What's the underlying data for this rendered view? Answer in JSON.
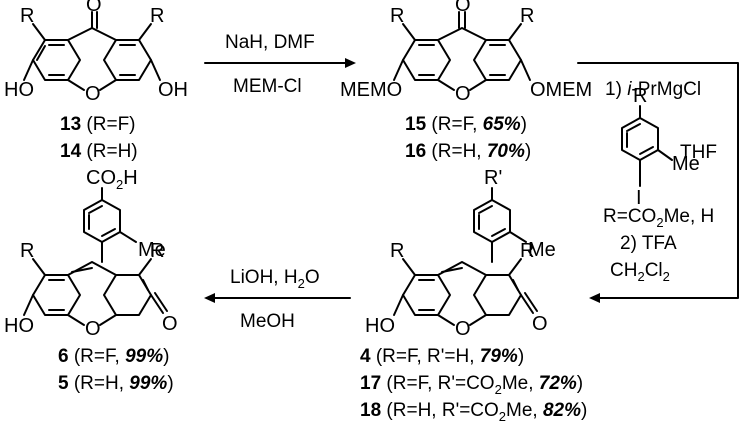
{
  "reaction1": {
    "reagent_top": "NaH, DMF",
    "reagent_bottom": "MEM-Cl"
  },
  "reaction2": {
    "step1_prefix": "1) ",
    "step1_ital": "i",
    "step1_rest": "-PrMgCl",
    "solvent": "THF",
    "aryl_R": "R",
    "aryl_Me": "Me",
    "aryl_I": "I",
    "aryl_def_a": "R=CO",
    "aryl_def_sub": "2",
    "aryl_def_b": "Me, H",
    "step2": "2) TFA",
    "step2_solvent_a": "CH",
    "step2_solvent_sub1": "2",
    "step2_solvent_b": "Cl",
    "step2_solvent_sub2": "2"
  },
  "reaction3": {
    "reagent_top_a": "LiOH, H",
    "reagent_top_sub": "2",
    "reagent_top_b": "O",
    "reagent_bottom": "MeOH"
  },
  "structures": {
    "xanthone_start": {
      "R": "R",
      "O": "O",
      "HO": "HO",
      "OH": "OH"
    },
    "xanthone_mem": {
      "R": "R",
      "O": "O",
      "left": "MEMO",
      "right": "OMEM"
    },
    "fluorescein_acid": {
      "CO2H_a": "CO",
      "CO2H_sub": "2",
      "CO2H_b": "H",
      "Me": "Me",
      "R": "R",
      "HO": "HO",
      "O": "O"
    },
    "fluorescein_ester": {
      "Rp": "R'",
      "Me": "Me",
      "R": "R",
      "HO": "HO",
      "O": "O"
    }
  },
  "compounds": [
    {
      "num": "13",
      "desc": "(R=F)",
      "yield": ""
    },
    {
      "num": "14",
      "desc": "(R=H)",
      "yield": ""
    },
    {
      "num": "15",
      "desc": "(R=F, ",
      "yield": "65%",
      "close": ")"
    },
    {
      "num": "16",
      "desc": "(R=H, ",
      "yield": "70%",
      "close": ")"
    },
    {
      "num": "6",
      "desc": "(R=F, ",
      "yield": "99%",
      "close": ")"
    },
    {
      "num": "5",
      "desc": "(R=H, ",
      "yield": "99%",
      "close": ")"
    },
    {
      "num": "4",
      "desc": "(R=F, R'=H, ",
      "yield": "79%",
      "close": ")"
    },
    {
      "num": "17",
      "desc_a": "(R=F, R'=CO",
      "desc_sub": "2",
      "desc_b": "Me, ",
      "yield": "72%",
      "close": ")"
    },
    {
      "num": "18",
      "desc_a": "(R=H, R'=CO",
      "desc_sub": "2",
      "desc_b": "Me, ",
      "yield": "82%",
      "close": ")"
    }
  ]
}
